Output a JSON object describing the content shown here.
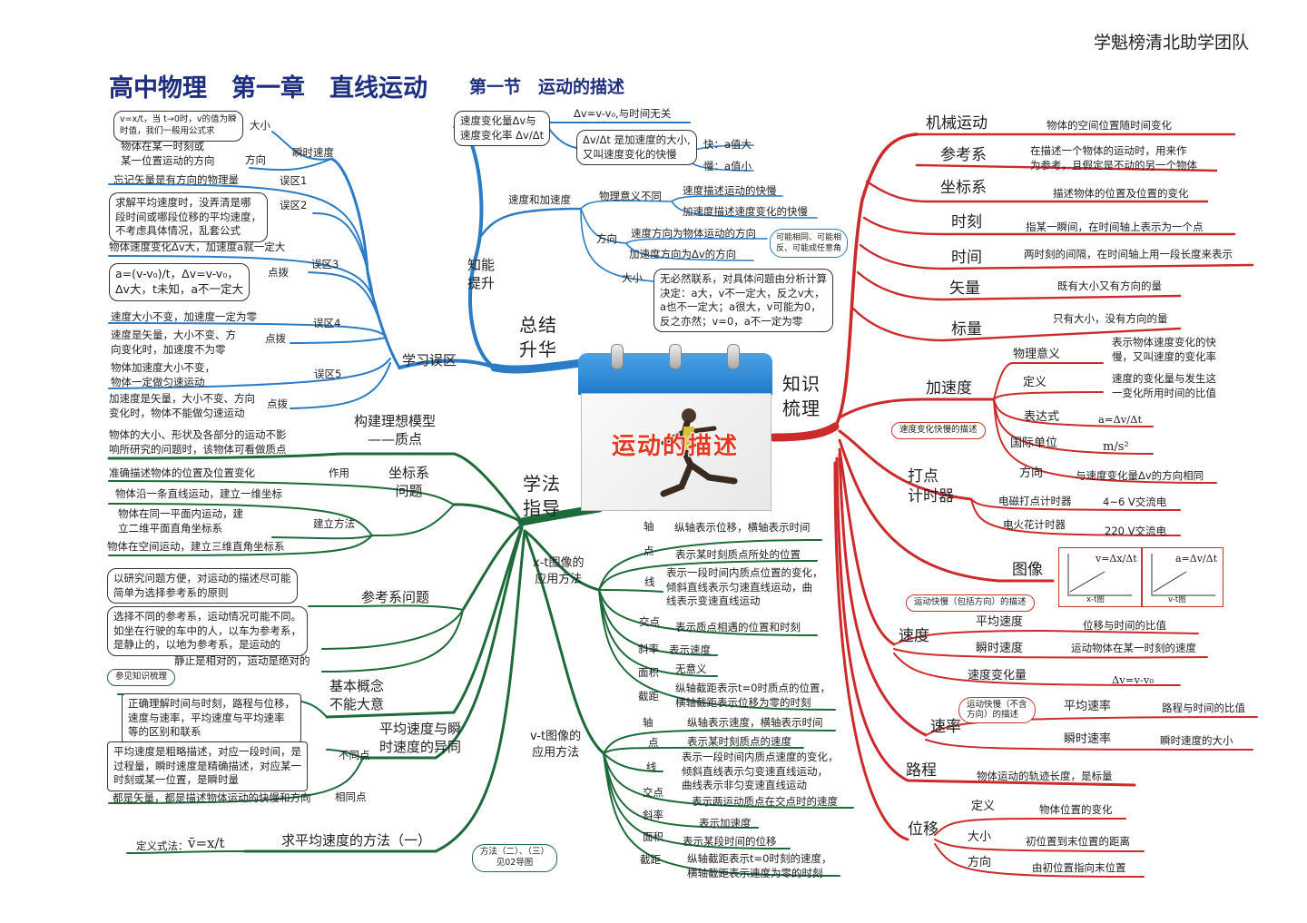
{
  "watermark": "学魁榜清北助学团队",
  "header": {
    "title": "高中物理　第一章　直线运动",
    "subtitle": "第一节　运动的描述"
  },
  "center": {
    "title": "运动的描述"
  },
  "colors": {
    "blue": "#2a7cc7",
    "red": "#cc2b2b",
    "green": "#1d6b3a",
    "title": "#1f2f7f",
    "accent": "#e53a1f"
  },
  "summary": {
    "branch": "总结\n升华",
    "knowledge": {
      "label": "知能\n提升",
      "rate": {
        "label": "速度变化量Δv与\n速度变化率 Δv/Δt",
        "n1": "Δv=v-v₀,与时间无关",
        "n2": "Δv/Δt 是加速度的大小,\n又叫速度变化的快慢",
        "fast": "快：a值大",
        "slow": "慢：a值小"
      },
      "va": {
        "label": "速度和加速度",
        "meaning": "物理意义不同",
        "m1": "速度描述运动的快慢",
        "m2": "加速度描述速度变化的快慢",
        "dir": "方向",
        "d1": "速度方向为物体运动的方向",
        "d2": "加速度方向为Δv的方向",
        "dbub": "可能相同、可能相\n反、可能成任意角",
        "size": "大小",
        "sbox": "无必然联系，对具体问题由分析计算\n决定：a大，v不一定大，反之v大，\na也不一定大；a很大，v可能为0，\n反之亦然；v=0，a不一定为零"
      }
    },
    "mistakes": {
      "label": "学习误区",
      "inst": "瞬时速度",
      "inst_size": "大小",
      "inst_size_box": "v=x/t，当 t→0时，v的值为瞬\n时值，我们一般用公式求",
      "inst_dir": "方向",
      "inst_dir_text": "物体在某一时刻或\n某一位置运动的方向",
      "m1": "误区1",
      "m1_text": "忘记矢量是有方向的物理量",
      "m2": "误区2",
      "m2_box": "求解平均速度时，没弄清是哪\n段时间或哪段位移的平均速度，\n不考虑具体情况，乱套公式",
      "m3": "误区3",
      "m3_text": "物体速度变化Δv大，加速度a就一定大",
      "m3_tip": "点拨",
      "m3_box": "a=(v-v₀)/t，Δv=v-v₀，\nΔv大，t未知，a不一定大",
      "m4": "误区4",
      "m4_text": "速度大小不变，加速度一定为零",
      "m4_tip": "点拨",
      "m4_box": "速度是矢量，大小不变、方\n向变化时，加速度不为零",
      "m5": "误区5",
      "m5_text": "物体加速度大小不变，\n物体一定做匀速运动",
      "m5_tip": "点拨",
      "m5_box": "加速度是矢量，大小不变、方向\n变化时，物体不能做匀速运动"
    }
  },
  "knowledge_review": {
    "branch": "知识\n梳理",
    "items": [
      {
        "label": "机械运动",
        "desc": "物体的空间位置随时间变化"
      },
      {
        "label": "参考系",
        "desc": "在描述一个物体的运动时，用来作\n为参考，且假定是不动的另一个物体"
      },
      {
        "label": "坐标系",
        "desc": "描述物体的位置及位置的变化"
      },
      {
        "label": "时刻",
        "desc": "指某一瞬间，在时间轴上表示为一个点"
      },
      {
        "label": "时间",
        "desc": "两时刻的间隔，在时间轴上用一段长度来表示"
      },
      {
        "label": "矢量",
        "desc": "既有大小又有方向的量"
      },
      {
        "label": "标量",
        "desc": "只有大小，没有方向的量"
      }
    ],
    "accel": {
      "label": "加速度",
      "bubble": "速度变化快慢的描述",
      "meaning": "物理意义",
      "meaning_desc": "表示物体速度变化的快\n慢，又叫速度的变化率",
      "def": "定义",
      "def_desc": "速度的变化量与发生这\n一变化所用时间的比值",
      "expr": "表达式",
      "expr_desc": "a=Δv/Δt",
      "unit": "国际单位",
      "unit_desc": "m/s²",
      "dir": "方向",
      "dir_desc": "与速度变化量Δv的方向相同"
    },
    "timer": {
      "label": "打点\n计时器",
      "t1": "电磁打点计时器",
      "t1v": "4~6 V交流电",
      "t2": "电火花计时器",
      "t2v": "220 V交流电"
    },
    "graph": {
      "label": "图像",
      "g1": "v=Δx/Δt",
      "g1cap": "x-t图",
      "g2": "a=Δv/Δt",
      "g2cap": "v-t图"
    },
    "speed": {
      "label": "速度",
      "bubble": "运动快慢（包括方向）的描述",
      "avg": "平均速度",
      "avg_desc": "位移与时间的比值",
      "inst": "瞬时速度",
      "inst_desc": "运动物体在某一时刻的速度",
      "chg": "速度变化量",
      "chg_desc": "Δv=v-v₀"
    },
    "rate": {
      "label": "速率",
      "bubble": "运动快慢（不含\n方向）的描述",
      "avg": "平均速率",
      "avg_desc": "路程与时间的比值",
      "inst": "瞬时速率",
      "inst_desc": "瞬时速度的大小"
    },
    "path": {
      "label": "路程",
      "desc": "物体运动的轨迹长度，是标量"
    },
    "disp": {
      "label": "位移",
      "def": "定义",
      "def_desc": "物体位置的变化",
      "size": "大小",
      "size_desc": "初位置到末位置的距离",
      "dir": "方向",
      "dir_desc": "由初位置指向末位置"
    }
  },
  "method": {
    "branch": "学法\n指导",
    "ideal": {
      "label": "构建理想模型\n——质点",
      "text": "物体的大小、形状及各部分的运动不影\n响所研究的问题时，该物体可看做质点"
    },
    "coord": {
      "label": "坐标系\n问题",
      "role": "作用",
      "role_text": "准确描述物体的位置及位置变化",
      "build": "建立方法",
      "b1": "物体沿一条直线运动，建立一维坐标",
      "b2": "物体在同一平面内运动，建\n立二维平面直角坐标系",
      "b3": "物体在空间运动，建立三维直角坐标系"
    },
    "ref": {
      "label": "参考系问题",
      "box1": "以研究问题方便，对运动的描述尽可能\n简单为选择参考系的原则",
      "box2": "选择不同的参考系，运动情况可能不同。\n如坐在行驶的车中的人，以车为参考系，\n是静止的，以地为参考系，是运动的",
      "t3": "静止是相对的，运动是绝对的"
    },
    "basic": {
      "label": "基本概念\n不能大意",
      "bubble": "参见知识梳理",
      "box": "正确理解时间与时刻，路程与位移，\n速度与速率，平均速度与平均速率\n等的区别和联系"
    },
    "avginst": {
      "label": "平均速度与瞬\n时速度的异同",
      "diff": "不同点",
      "diff_box": "平均速度是粗略描述，对应一段时间，是\n过程量，瞬时速度是精确描述，对应某一\n时刻或某一位置，是瞬时量",
      "same": "相同点",
      "same_text": "都是矢量，都是描述物体运动的快慢和方向"
    },
    "avgmethod": {
      "label": "求平均速度的方法（一）",
      "formula_label": "定义式法：",
      "formula": "v̄=x/t",
      "bubble": "方法（二）、（三）\n见02导图"
    },
    "xt": {
      "label": "x-t图像的\n应用方法",
      "items": [
        {
          "k": "轴",
          "v": "纵轴表示位移，横轴表示时间"
        },
        {
          "k": "点",
          "v": "表示某时刻质点所处的位置"
        },
        {
          "k": "线",
          "v": "表示一段时间内质点位置的变化，\n倾斜直线表示匀速直线运动，曲\n线表示变速直线运动"
        },
        {
          "k": "交点",
          "v": "表示质点相遇的位置和时刻"
        },
        {
          "k": "斜率",
          "v": "表示速度"
        },
        {
          "k": "面积",
          "v": "无意义"
        },
        {
          "k": "截距",
          "v": "纵轴截距表示t=0时质点的位置，\n横轴截距表示位移为零的时刻"
        }
      ]
    },
    "vt": {
      "label": "v-t图像的\n应用方法",
      "items": [
        {
          "k": "轴",
          "v": "纵轴表示速度，横轴表示时间"
        },
        {
          "k": "点",
          "v": "表示某时刻质点的速度"
        },
        {
          "k": "线",
          "v": "表示一段时间内质点速度的变化，\n倾斜直线表示匀变速直线运动，\n曲线表示非匀变速直线运动"
        },
        {
          "k": "交点",
          "v": "表示两运动质点在交点时的速度"
        },
        {
          "k": "斜率",
          "v": "表示加速度"
        },
        {
          "k": "面积",
          "v": "表示某段时间的位移"
        },
        {
          "k": "截距",
          "v": "纵轴截距表示t=0时刻的速度，\n横轴截距表示速度为零的时刻"
        }
      ]
    }
  }
}
